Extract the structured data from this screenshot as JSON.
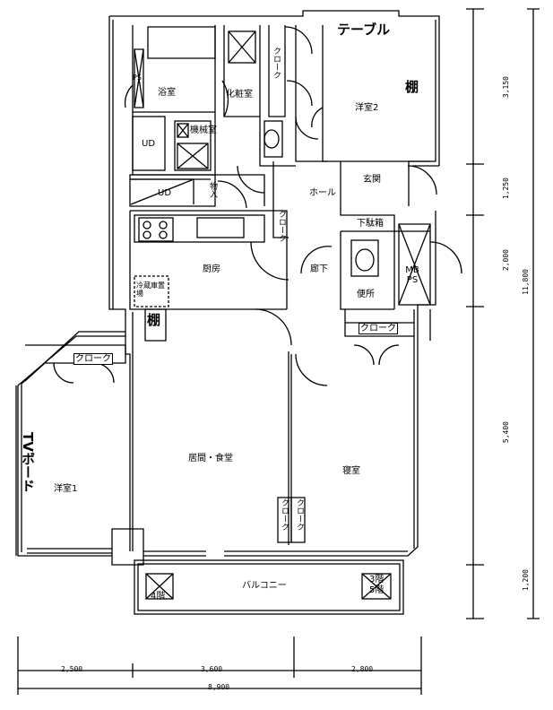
{
  "rooms": {
    "bath": "浴室",
    "ps_top": "PS",
    "vanity": "化粧室",
    "closet_top": "クローク",
    "bedroom2": "洋室2",
    "table": "テーブル",
    "shelf_top": "棚",
    "ud": "UD",
    "machine": "機械室",
    "ud2": "UD",
    "storage": "物入",
    "hall": "ホール",
    "entrance": "玄関",
    "closet_small": "クローク",
    "shoe_box": "下駄箱",
    "kitchen": "厨房",
    "corridor": "廊下",
    "mbps": "MB PS",
    "toilet": "便所",
    "fridge": "冷蔵庫置場",
    "shelf_mid": "棚",
    "closet_mid": "クローク",
    "closet_left": "クローク",
    "tv_board": "TVボード",
    "bedroom1": "洋室1",
    "living": "居間・食堂",
    "master": "寝室",
    "closet_v1": "クローク",
    "closet_v2": "クローク",
    "floor4": "4階",
    "balcony": "バルコニー",
    "floor3": "3階",
    "floor5": "5階"
  },
  "dimensions": {
    "right_top": "3,150",
    "right_mid1": "1,250",
    "right_mid2": "2,000",
    "right_total_upper": "11,800",
    "right_lower": "5,400",
    "right_bottom": "1,200",
    "bottom_left": "2,500",
    "bottom_mid": "3,600",
    "bottom_right": "2,800",
    "bottom_total": "8,900"
  }
}
